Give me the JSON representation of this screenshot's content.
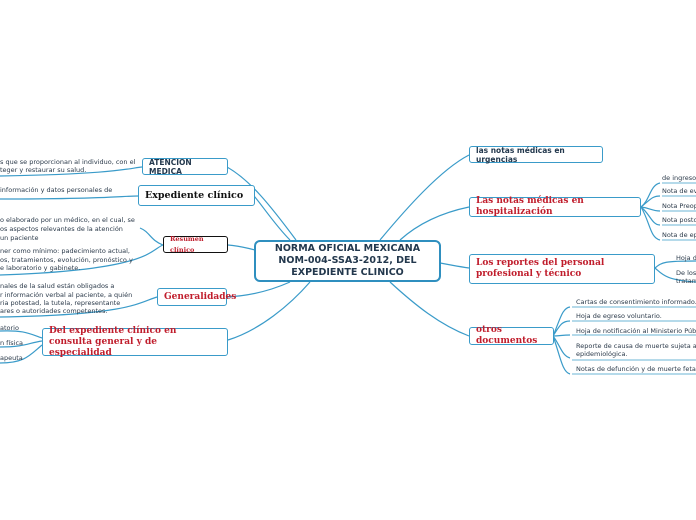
{
  "central": {
    "title": "NORMA OFICIAL MEXICANA NOM-004-SSA3-2012, DEL EXPEDIENTE CLINICO"
  },
  "left_branches": [
    {
      "label": "ATENCION MEDICA",
      "details": [
        "s que se proporcionan al individuo, con el",
        "teger y restaurar su salud."
      ]
    },
    {
      "label": "Expediente clínico",
      "details": [
        "información y datos personales de"
      ]
    },
    {
      "label": "Resumen clínico",
      "details": [
        "o elaborado por un médico, en el cual, se",
        "os aspectos relevantes de la atención",
        "un paciente",
        "ner como mínimo: padecimiento actual,",
        "os, tratamientos, evolución, pronóstico y",
        "e laboratorio y gabinete."
      ]
    },
    {
      "label": "Generalidades",
      "details": [
        "nales de la salud están obligados a",
        "r información verbal al paciente, a quién",
        "ria potestad, la tutela, representante",
        "ares o autoridades competentes."
      ]
    },
    {
      "label": "Del expediente clínico en consulta general y de especialidad",
      "details": [
        "atorio",
        "n física",
        "apeuta"
      ]
    }
  ],
  "right_branches": [
    {
      "label": "las notas médicas en urgencias",
      "details": []
    },
    {
      "label": "Las notas médicas en hospitalización",
      "details": [
        "de ingreso",
        "Nota de ev",
        "Nota Preop",
        "Nota postc",
        "Nota de ep"
      ]
    },
    {
      "label": "Los reportes del personal profesional y técnico",
      "details": [
        "Hoja d",
        "De los",
        "tratam"
      ]
    },
    {
      "label": "otros documentos",
      "details": [
        "Cartas de consentimiento informado.",
        "Hoja de egreso voluntario.",
        "Hoja de notificación al Ministerio Públ",
        "Reporte de causa de muerte sujeta a",
        "epidemiológica.",
        "Notas de defunción y de muerte feta"
      ]
    }
  ],
  "colors": {
    "connector": "#3a9bc9",
    "serif_title": "#c01d2c",
    "text": "#2b3a4a"
  }
}
